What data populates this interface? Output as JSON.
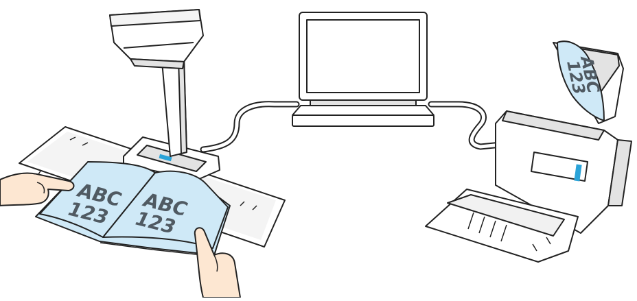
{
  "illustration": {
    "devices": [
      "overhead-scanner",
      "laptop",
      "sheet-fed-scanner"
    ],
    "book_pages": {
      "left": {
        "line1": "ABC",
        "line2": "123"
      },
      "right": {
        "line1": "ABC",
        "line2": "123"
      }
    },
    "feeder_sheet": {
      "line1": "ABC",
      "line2": "123"
    },
    "colors": {
      "outline": "#222222",
      "device_fill": "#ffffff",
      "device_shade": "#e3e3e3",
      "mat_shade": "#f1f1f1",
      "page_fill": "#cfe9f7",
      "page_text": "#505a62",
      "accent": "#2aa3d8",
      "skin": "#fde7d2"
    }
  }
}
